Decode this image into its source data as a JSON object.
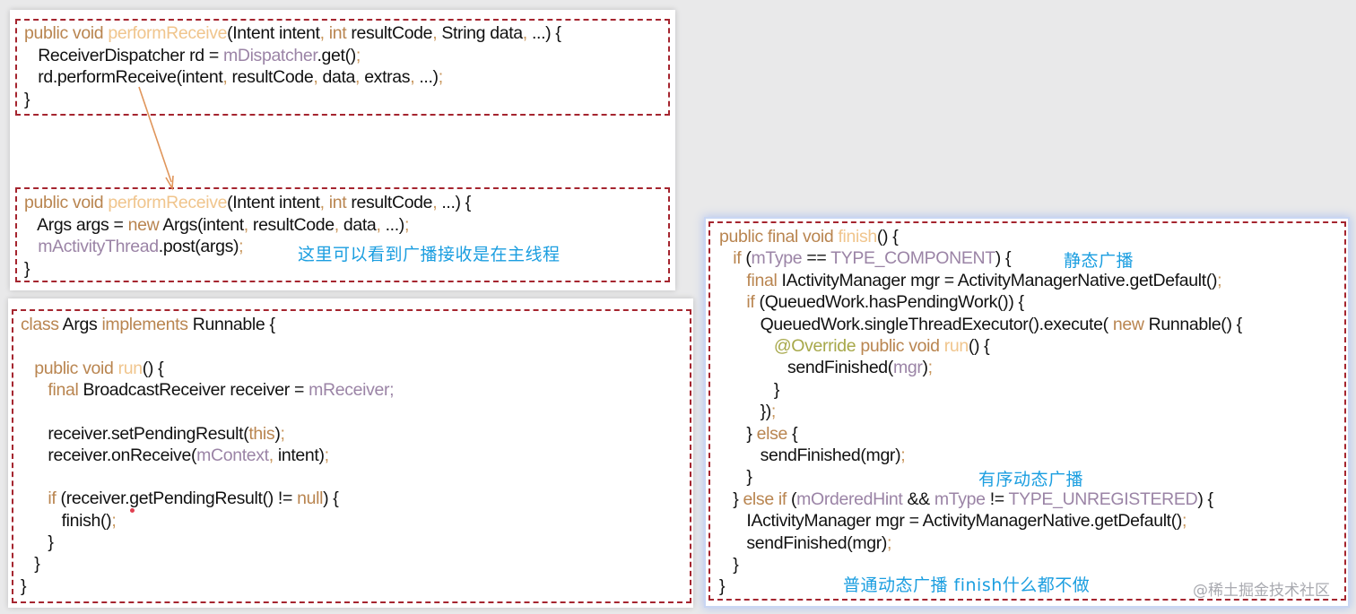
{
  "slide": {
    "panel_top": {
      "block1": [
        [
          {
            "t": "public void ",
            "c": "kw"
          },
          {
            "t": "performReceive",
            "c": "fn"
          },
          {
            "t": "(Intent intent",
            "c": ""
          },
          {
            "t": ", ",
            "c": "pun"
          },
          {
            "t": "int ",
            "c": "kw"
          },
          {
            "t": "resultCode",
            "c": ""
          },
          {
            "t": ", ",
            "c": "pun"
          },
          {
            "t": "String data",
            "c": ""
          },
          {
            "t": ", ",
            "c": "pun"
          },
          {
            "t": "...) {",
            "c": ""
          }
        ],
        [
          {
            "t": "   ReceiverDispatcher rd = ",
            "c": ""
          },
          {
            "t": "mDispatcher",
            "c": "fld"
          },
          {
            "t": ".get()",
            "c": ""
          },
          {
            "t": ";",
            "c": "pun"
          }
        ],
        [
          {
            "t": "   rd.performReceive(intent",
            "c": ""
          },
          {
            "t": ", ",
            "c": "pun"
          },
          {
            "t": "resultCode",
            "c": ""
          },
          {
            "t": ", ",
            "c": "pun"
          },
          {
            "t": "data",
            "c": ""
          },
          {
            "t": ", ",
            "c": "pun"
          },
          {
            "t": "extras",
            "c": ""
          },
          {
            "t": ", ",
            "c": "pun"
          },
          {
            "t": "...)",
            "c": ""
          },
          {
            "t": ";",
            "c": "pun"
          }
        ],
        [
          {
            "t": "}",
            "c": ""
          }
        ]
      ],
      "block2": [
        [
          {
            "t": "public void ",
            "c": "kw"
          },
          {
            "t": "performReceive",
            "c": "fn"
          },
          {
            "t": "(Intent intent",
            "c": ""
          },
          {
            "t": ", ",
            "c": "pun"
          },
          {
            "t": "int ",
            "c": "kw"
          },
          {
            "t": "resultCode",
            "c": ""
          },
          {
            "t": ", ",
            "c": "pun"
          },
          {
            "t": "...) {",
            "c": ""
          }
        ],
        [
          {
            "t": "   Args args = ",
            "c": ""
          },
          {
            "t": "new ",
            "c": "kw"
          },
          {
            "t": "Args(intent",
            "c": ""
          },
          {
            "t": ", ",
            "c": "pun"
          },
          {
            "t": "resultCode",
            "c": ""
          },
          {
            "t": ", ",
            "c": "pun"
          },
          {
            "t": "data",
            "c": ""
          },
          {
            "t": ", ",
            "c": "pun"
          },
          {
            "t": "...)",
            "c": ""
          },
          {
            "t": ";",
            "c": "pun"
          }
        ],
        [
          {
            "t": "   ",
            "c": ""
          },
          {
            "t": "mActivityThread",
            "c": "fld"
          },
          {
            "t": ".post(args)",
            "c": ""
          },
          {
            "t": ";",
            "c": "pun"
          }
        ],
        [
          {
            "t": "}",
            "c": ""
          }
        ]
      ],
      "note_main_thread": "这里可以看到广播接收是在主线程"
    },
    "panel_args": {
      "lines": [
        [
          {
            "t": "class ",
            "c": "kw"
          },
          {
            "t": "Args ",
            "c": ""
          },
          {
            "t": "implements ",
            "c": "kw"
          },
          {
            "t": "Runnable {",
            "c": ""
          }
        ],
        [],
        [
          {
            "t": "   ",
            "c": ""
          },
          {
            "t": "public void ",
            "c": "kw"
          },
          {
            "t": "run",
            "c": "fn"
          },
          {
            "t": "() {",
            "c": ""
          }
        ],
        [
          {
            "t": "      ",
            "c": ""
          },
          {
            "t": "final ",
            "c": "kw"
          },
          {
            "t": "BroadcastReceiver receiver = ",
            "c": ""
          },
          {
            "t": "mReceiver",
            "c": "fld"
          },
          {
            "t": ";",
            "c": "fld"
          }
        ],
        [],
        [
          {
            "t": "      receiver.setPendingResult(",
            "c": ""
          },
          {
            "t": "this",
            "c": "kw"
          },
          {
            "t": ")",
            "c": ""
          },
          {
            "t": ";",
            "c": "pun"
          }
        ],
        [
          {
            "t": "      receiver.onReceive(",
            "c": ""
          },
          {
            "t": "mContext",
            "c": "fld"
          },
          {
            "t": ", ",
            "c": "pun"
          },
          {
            "t": "intent)",
            "c": ""
          },
          {
            "t": ";",
            "c": "pun"
          }
        ],
        [],
        [
          {
            "t": "      ",
            "c": ""
          },
          {
            "t": "if ",
            "c": "kw"
          },
          {
            "t": "(receiver.getPendingResult() != ",
            "c": ""
          },
          {
            "t": "null",
            "c": "kw"
          },
          {
            "t": ") {",
            "c": ""
          }
        ],
        [
          {
            "t": "         finish()",
            "c": ""
          },
          {
            "t": ";",
            "c": "pun"
          }
        ],
        [
          {
            "t": "      }",
            "c": ""
          }
        ],
        [
          {
            "t": "   }",
            "c": ""
          }
        ],
        [
          {
            "t": "}",
            "c": ""
          }
        ]
      ]
    },
    "panel_finish": {
      "lines": [
        [
          {
            "t": "public final void ",
            "c": "kw"
          },
          {
            "t": "finish",
            "c": "fn"
          },
          {
            "t": "() {",
            "c": ""
          }
        ],
        [
          {
            "t": "   ",
            "c": ""
          },
          {
            "t": "if ",
            "c": "kw"
          },
          {
            "t": "(",
            "c": ""
          },
          {
            "t": "mType ",
            "c": "fld"
          },
          {
            "t": "== ",
            "c": ""
          },
          {
            "t": "TYPE_COMPONENT",
            "c": "fld"
          },
          {
            "t": ") {",
            "c": ""
          }
        ],
        [
          {
            "t": "      ",
            "c": ""
          },
          {
            "t": "final ",
            "c": "kw"
          },
          {
            "t": "IActivityManager mgr = ActivityManagerNative.getDefault()",
            "c": ""
          },
          {
            "t": ";",
            "c": "pun"
          }
        ],
        [
          {
            "t": "      ",
            "c": ""
          },
          {
            "t": "if ",
            "c": "kw"
          },
          {
            "t": "(QueuedWork.hasPendingWork()) {",
            "c": ""
          }
        ],
        [
          {
            "t": "         QueuedWork.singleThreadExecutor().execute( ",
            "c": ""
          },
          {
            "t": "new ",
            "c": "kw"
          },
          {
            "t": "Runnable() {",
            "c": ""
          }
        ],
        [
          {
            "t": "            ",
            "c": ""
          },
          {
            "t": "@Override ",
            "c": "ann"
          },
          {
            "t": "public void ",
            "c": "kw"
          },
          {
            "t": "run",
            "c": "fn"
          },
          {
            "t": "() {",
            "c": ""
          }
        ],
        [
          {
            "t": "               sendFinished(",
            "c": ""
          },
          {
            "t": "mgr",
            "c": "fld"
          },
          {
            "t": ")",
            "c": ""
          },
          {
            "t": ";",
            "c": "pun"
          }
        ],
        [
          {
            "t": "            }",
            "c": ""
          }
        ],
        [
          {
            "t": "         })",
            "c": ""
          },
          {
            "t": ";",
            "c": "pun"
          }
        ],
        [
          {
            "t": "      } ",
            "c": ""
          },
          {
            "t": "else ",
            "c": "kw"
          },
          {
            "t": "{",
            "c": ""
          }
        ],
        [
          {
            "t": "         sendFinished(mgr)",
            "c": ""
          },
          {
            "t": ";",
            "c": "pun"
          }
        ],
        [
          {
            "t": "      }",
            "c": ""
          }
        ],
        [
          {
            "t": "   } ",
            "c": ""
          },
          {
            "t": "else if ",
            "c": "kw"
          },
          {
            "t": "(",
            "c": ""
          },
          {
            "t": "mOrderedHint ",
            "c": "fld"
          },
          {
            "t": "&& ",
            "c": ""
          },
          {
            "t": "mType ",
            "c": "fld"
          },
          {
            "t": "!= ",
            "c": ""
          },
          {
            "t": "TYPE_UNREGISTERED",
            "c": "fld"
          },
          {
            "t": ") {",
            "c": ""
          }
        ],
        [
          {
            "t": "      IActivityManager mgr = ActivityManagerNative.getDefault()",
            "c": ""
          },
          {
            "t": ";",
            "c": "pun"
          }
        ],
        [
          {
            "t": "      sendFinished(mgr)",
            "c": ""
          },
          {
            "t": ";",
            "c": "pun"
          }
        ],
        [
          {
            "t": "   }",
            "c": ""
          }
        ],
        [
          {
            "t": "}",
            "c": ""
          }
        ]
      ],
      "note_static": "静态广播",
      "note_ordered": "有序动态广播",
      "note_normal": "普通动态广播 finish什么都不做"
    },
    "watermark": "@稀土掘金技术社区",
    "colors": {
      "dash_border": "#a5252f",
      "keyword": "#b98550",
      "method_name": "#f0c58d",
      "field": "#9b84a6",
      "annotation": "#a7a84a",
      "note_blue": "#1b9ee0",
      "arrow": "#e0955a"
    }
  }
}
